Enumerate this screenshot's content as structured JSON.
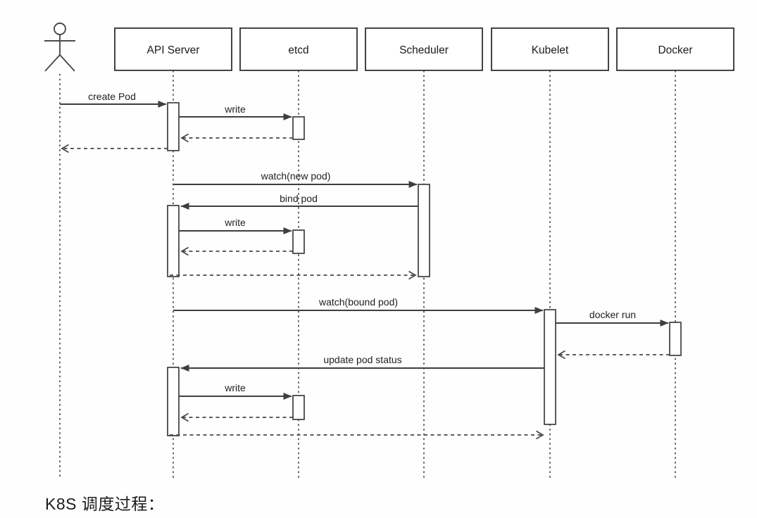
{
  "diagram_type": "uml-sequence",
  "caption": "K8S 调度过程：",
  "participants": [
    {
      "type": "actor",
      "label": ""
    },
    {
      "type": "object",
      "label": "API Server"
    },
    {
      "type": "object",
      "label": "etcd"
    },
    {
      "type": "object",
      "label": "Scheduler"
    },
    {
      "type": "object",
      "label": "Kubelet"
    },
    {
      "type": "object",
      "label": "Docker"
    }
  ],
  "messages": [
    {
      "from": "actor",
      "to": "API Server",
      "label": "create Pod",
      "kind": "sync"
    },
    {
      "from": "API Server",
      "to": "etcd",
      "label": "write",
      "kind": "sync"
    },
    {
      "from": "etcd",
      "to": "API Server",
      "label": "",
      "kind": "return"
    },
    {
      "from": "API Server",
      "to": "actor",
      "label": "",
      "kind": "return"
    },
    {
      "from": "API Server",
      "to": "Scheduler",
      "label": "watch(new pod)",
      "kind": "sync"
    },
    {
      "from": "Scheduler",
      "to": "API Server",
      "label": "bind pod",
      "kind": "sync"
    },
    {
      "from": "API Server",
      "to": "etcd",
      "label": "write",
      "kind": "sync"
    },
    {
      "from": "etcd",
      "to": "API Server",
      "label": "",
      "kind": "return"
    },
    {
      "from": "API Server",
      "to": "Scheduler",
      "label": "",
      "kind": "return"
    },
    {
      "from": "API Server",
      "to": "Kubelet",
      "label": "watch(bound pod)",
      "kind": "sync"
    },
    {
      "from": "Kubelet",
      "to": "Docker",
      "label": "docker run",
      "kind": "sync"
    },
    {
      "from": "Docker",
      "to": "Kubelet",
      "label": "",
      "kind": "return"
    },
    {
      "from": "Kubelet",
      "to": "API Server",
      "label": "update pod status",
      "kind": "sync"
    },
    {
      "from": "API Server",
      "to": "etcd",
      "label": "write",
      "kind": "sync"
    },
    {
      "from": "etcd",
      "to": "API Server",
      "label": "",
      "kind": "return"
    },
    {
      "from": "API Server",
      "to": "Kubelet",
      "label": "",
      "kind": "return"
    }
  ],
  "colors": {
    "line": "#3e3e3e",
    "text": "#1c1c1c",
    "box_fill": "#ffffff",
    "background": "#fefefe"
  }
}
